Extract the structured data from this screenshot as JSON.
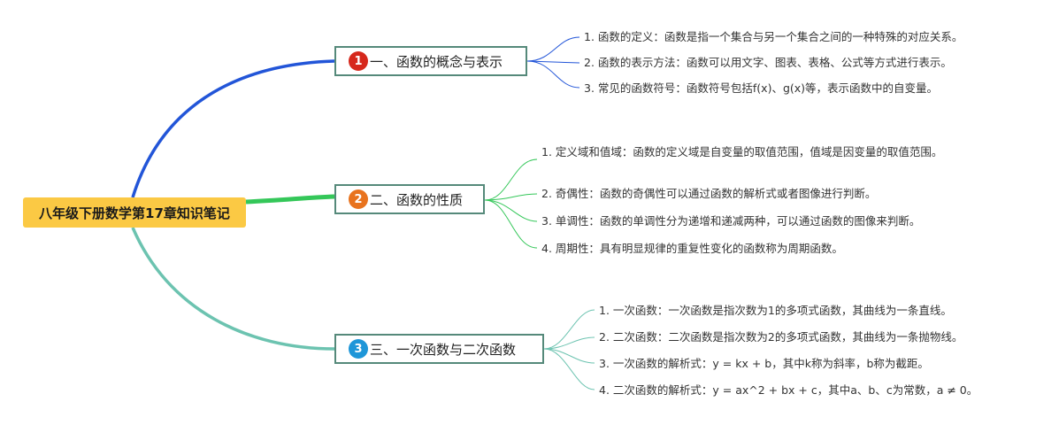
{
  "root": {
    "label": "八年级下册数学第17章知识笔记",
    "color": "#fbc944"
  },
  "branches": [
    {
      "number": "1",
      "badge_color": "#d6281c",
      "line_color": "#2255d8",
      "label": "一、函数的概念与表示",
      "items": [
        "1. 函数的定义：函数是指一个集合与另一个集合之间的一种特殊的对应关系。",
        "2. 函数的表示方法：函数可以用文字、图表、表格、公式等方式进行表示。",
        "3. 常见的函数符号：函数符号包括f(x)、g(x)等，表示函数中的自变量。"
      ]
    },
    {
      "number": "2",
      "badge_color": "#e8731e",
      "line_color": "#34c759",
      "label": "二、函数的性质",
      "items": [
        "1. 定义域和值域：函数的定义域是自变量的取值范围，值域是因变量的取值范围。",
        "2. 奇偶性：函数的奇偶性可以通过函数的解析式或者图像进行判断。",
        "3. 单调性：函数的单调性分为递增和递减两种，可以通过函数的图像来判断。",
        "4. 周期性：具有明显规律的重复性变化的函数称为周期函数。"
      ]
    },
    {
      "number": "3",
      "badge_color": "#1e96d8",
      "line_color": "#6cc3b0",
      "label": "三、一次函数与二次函数",
      "items": [
        "1. 一次函数：一次函数是指次数为1的多项式函数，其曲线为一条直线。",
        "2. 二次函数：二次函数是指次数为2的多项式函数，其曲线为一条抛物线。",
        "3. 一次函数的解析式：y = kx + b，其中k称为斜率，b称为截距。",
        "4. 二次函数的解析式：y = ax^2 + bx + c，其中a、b、c为常数，a ≠ 0。"
      ]
    }
  ]
}
